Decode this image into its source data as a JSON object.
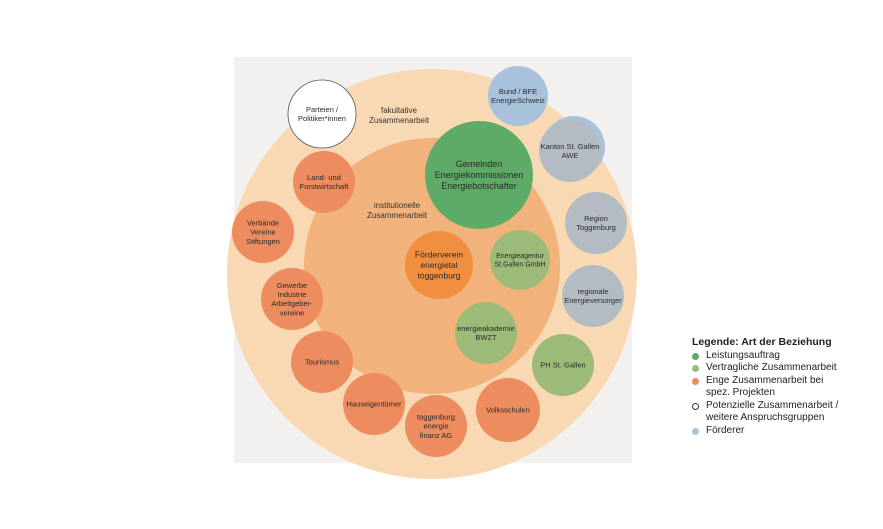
{
  "colors": {
    "backdrop": "#f3f1ef",
    "outer_ring": "#f9d9b4",
    "inner_ring": "#f2b27b",
    "leistungsauftrag": "#5eab67",
    "vertraglich": "#9cba78",
    "eng": "#ec8c5f",
    "potenziell": "#ffffff",
    "foerderer": "#a9c2db",
    "grey": "#b4bcc3",
    "center_orange": "#ef8f3f"
  },
  "rings": {
    "outer_label": "fakultative\nZusammenarbeit",
    "inner_label": "institutionelle\nZusammenarbeit"
  },
  "circles": [
    {
      "id": "parteien",
      "label": "Parteien /\nPolitiker*innen",
      "category": "potenziell"
    },
    {
      "id": "bund",
      "label": "Bund / BFE\nEnergieSchweiz",
      "category": "foerderer"
    },
    {
      "id": "kanton",
      "label": "Kanton St. Gallen\nAWE",
      "category": "kanton"
    },
    {
      "id": "region",
      "label": "Region\nToggenburg",
      "category": "grey"
    },
    {
      "id": "versorger",
      "label": "regionale\nEnergieversorger",
      "category": "grey"
    },
    {
      "id": "ph",
      "label": "PH St. Gallen",
      "category": "vertraglich"
    },
    {
      "id": "volksschulen",
      "label": "Volksschulen",
      "category": "eng"
    },
    {
      "id": "finanz",
      "label": "toggenburg\nenergie\nfinanz AG",
      "category": "eng"
    },
    {
      "id": "hauseigentuemer",
      "label": "Hauseigentümer",
      "category": "eng"
    },
    {
      "id": "tourismus",
      "label": "Tourismus",
      "category": "eng"
    },
    {
      "id": "gewerbe",
      "label": "Gewerbe\nIndustrie\nArbeitgeber-\nvereine",
      "category": "eng"
    },
    {
      "id": "verbaende",
      "label": "Verbände\nVereine\nStiftungen",
      "category": "eng"
    },
    {
      "id": "land",
      "label": "Land- und\nForstwirtschaft",
      "category": "eng"
    },
    {
      "id": "gemeinden",
      "label": "Gemeinden\nEnergiekommissionen\nEnergiebotschafter",
      "category": "leistungsauftrag"
    },
    {
      "id": "foerderverein",
      "label": "Förderverein\nenergietal\ntoggenburg",
      "category": "center"
    },
    {
      "id": "energieagentur",
      "label": "Energieagentur\nSt.Gallen GmbH",
      "category": "vertraglich"
    },
    {
      "id": "akademie",
      "label": "energieakademie\nBWZT",
      "category": "vertraglich"
    }
  ],
  "legend": {
    "title": "Legende: Art der Beziehung",
    "items": [
      {
        "label": "Leistungsauftrag",
        "color": "#5eab67",
        "outline": false
      },
      {
        "label": "Vertragliche Zusammenarbeit",
        "color": "#9cba78",
        "outline": false
      },
      {
        "label": "Enge Zusammenarbeit bei\nspez. Projekten",
        "color": "#ec8c5f",
        "outline": false
      },
      {
        "label": "Potenzielle Zusammenarbeit /\nweitere Anspruchsgruppen",
        "color": "#ffffff",
        "outline": true
      },
      {
        "label": "Förderer",
        "color": "#a9c2db",
        "outline": false
      }
    ]
  }
}
